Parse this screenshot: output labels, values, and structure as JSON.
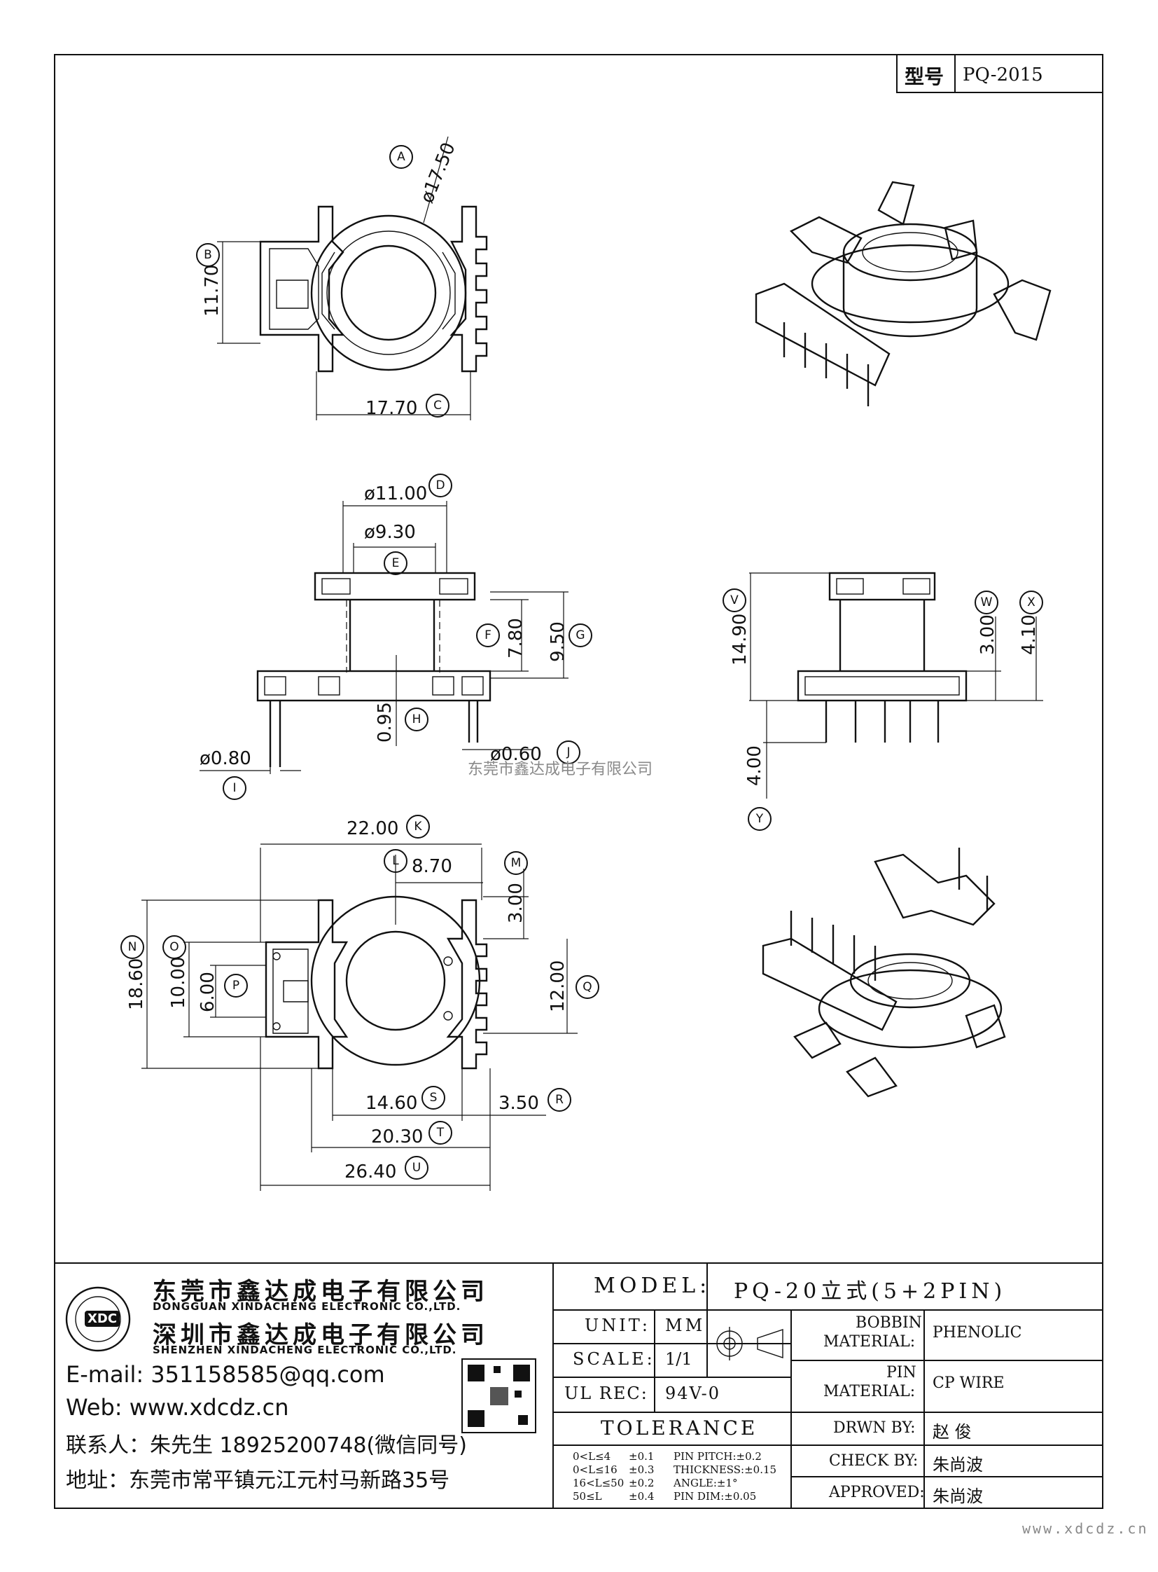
{
  "title_block_top": {
    "label": "型号",
    "value": "PQ-2015"
  },
  "dimensions": {
    "A": {
      "letter": "A",
      "value": "ø17.50"
    },
    "B": {
      "letter": "B",
      "value": "11.70"
    },
    "C": {
      "letter": "C",
      "value": "17.70"
    },
    "D": {
      "letter": "D",
      "value": "ø11.00"
    },
    "E": {
      "letter": "E",
      "value": "ø9.30"
    },
    "F": {
      "letter": "F",
      "value": "7.80"
    },
    "G": {
      "letter": "G",
      "value": "9.50"
    },
    "H": {
      "letter": "H",
      "value": "0.95"
    },
    "I": {
      "letter": "I",
      "value": "ø0.80"
    },
    "J": {
      "letter": "J",
      "value": "ø0.60"
    },
    "K": {
      "letter": "K",
      "value": "22.00"
    },
    "L": {
      "letter": "L",
      "value": "8.70"
    },
    "M": {
      "letter": "M",
      "value": "3.00"
    },
    "N": {
      "letter": "N",
      "value": "18.60"
    },
    "O": {
      "letter": "O",
      "value": "10.00"
    },
    "P": {
      "letter": "P",
      "value": "6.00"
    },
    "Q": {
      "letter": "Q",
      "value": "12.00"
    },
    "R": {
      "letter": "R",
      "value": "3.50"
    },
    "S": {
      "letter": "S",
      "value": "14.60"
    },
    "T": {
      "letter": "T",
      "value": "20.30"
    },
    "U": {
      "letter": "U",
      "value": "26.40"
    },
    "V": {
      "letter": "V",
      "value": "14.90"
    },
    "W": {
      "letter": "W",
      "value": "3.00"
    },
    "X": {
      "letter": "X",
      "value": "4.10"
    },
    "Y": {
      "letter": "Y",
      "value": "4.00"
    }
  },
  "watermark_center": "东莞市鑫达成电子有限公司",
  "company": {
    "name_dg": "东莞市鑫达成电子有限公司",
    "name_dg_en": "DONGGUAN XINDACHENG ELECTRONIC CO.,LTD.",
    "name_sz": "深圳市鑫达成电子有限公司",
    "name_sz_en": "SHENZHEN XINDACHENG ELECTRONIC CO.,LTD.",
    "logo_text": "XDC",
    "email": "E-mail: 351158585@qq.com",
    "web": "Web: www.xdcdz.cn",
    "contact": "联系人：朱先生 18925200748(微信同号)",
    "address": "地址：东莞市常平镇元江元村马新路35号"
  },
  "spec": {
    "model_label": "MODEL:",
    "model_value": "PQ-20立式(5+2PIN)",
    "unit_label": "UNIT:",
    "unit_value": "MM",
    "scale_label": "SCALE:",
    "scale_value": "1/1",
    "ulrec_label": "UL REC:",
    "ulrec_value": "94V-0",
    "tolerance_label": "TOLERANCE",
    "tol_rows": [
      {
        "range": "0<L≤4",
        "tol": "±0.1",
        "extra": "PIN PITCH:±0.2"
      },
      {
        "range": "0<L≤16",
        "tol": "±0.3",
        "extra": "THICKNESS:±0.15"
      },
      {
        "range": "16<L≤50",
        "tol": "±0.2",
        "extra": "ANGLE:±1°"
      },
      {
        "range": "50≤L",
        "tol": "±0.4",
        "extra": "PIN DIM:±0.05"
      }
    ],
    "bobbin_label_1": "BOBBIN",
    "bobbin_label_2": "MATERIAL:",
    "bobbin_value": "PHENOLIC",
    "pin_label_1": "PIN",
    "pin_label_2": "MATERIAL:",
    "pin_value": "CP WIRE",
    "drawn_label": "DRWN BY:",
    "drawn_value": "赵  俊",
    "check_label": "CHECK BY:",
    "check_value": "朱尚波",
    "approved_label": "APPROVED:",
    "approved_value": "朱尚波"
  },
  "footer_url": "www.xdcdz.cn"
}
